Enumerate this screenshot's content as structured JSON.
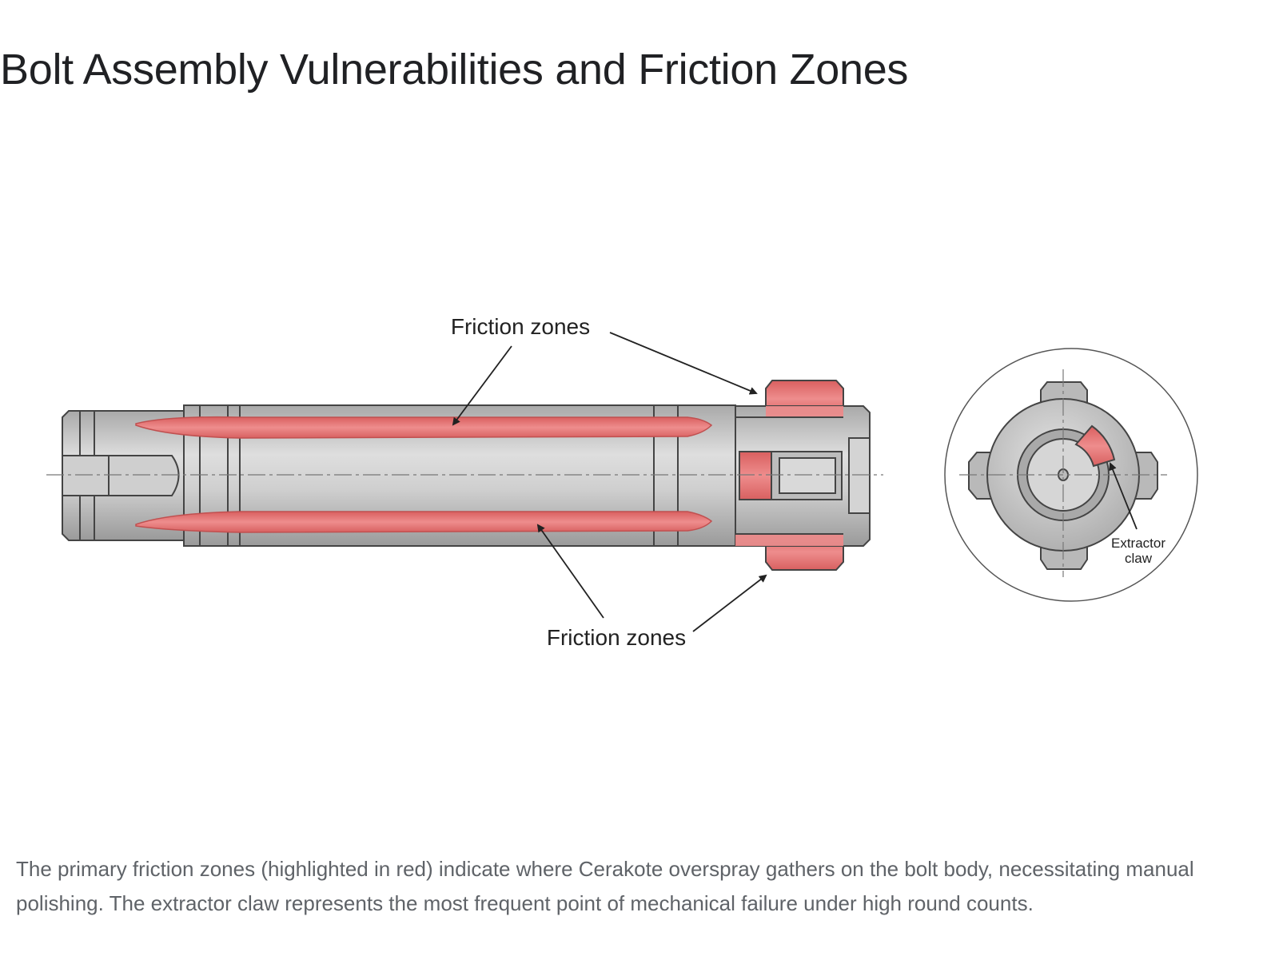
{
  "title": "Bolt Assembly Vulnerabilities and Friction Zones",
  "diagram": {
    "label_top": "Friction zones",
    "label_bottom": "Friction zones",
    "label_extractor_line1": "Extractor",
    "label_extractor_line2": "claw",
    "colors": {
      "highlight": "#e57373",
      "steel": "#c9c9c9",
      "outline": "#444444"
    }
  },
  "caption": "The primary friction zones (highlighted in red) indicate where Cerakote overspray gathers on the bolt body, necessitating manual polishing. The extractor claw represents the most frequent point of mechanical failure under high round counts."
}
